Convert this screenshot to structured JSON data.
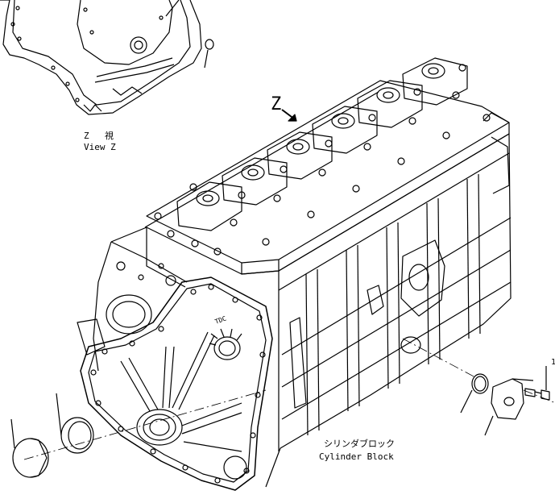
{
  "view_label": {
    "letter": "Z",
    "jp": "視",
    "en": "View Z"
  },
  "arrow_label": "Z",
  "engine_label": {
    "jp": "シリンダブロック",
    "en": "Cylinder Block"
  },
  "callouts": [
    "1"
  ],
  "stamp": "TDC"
}
